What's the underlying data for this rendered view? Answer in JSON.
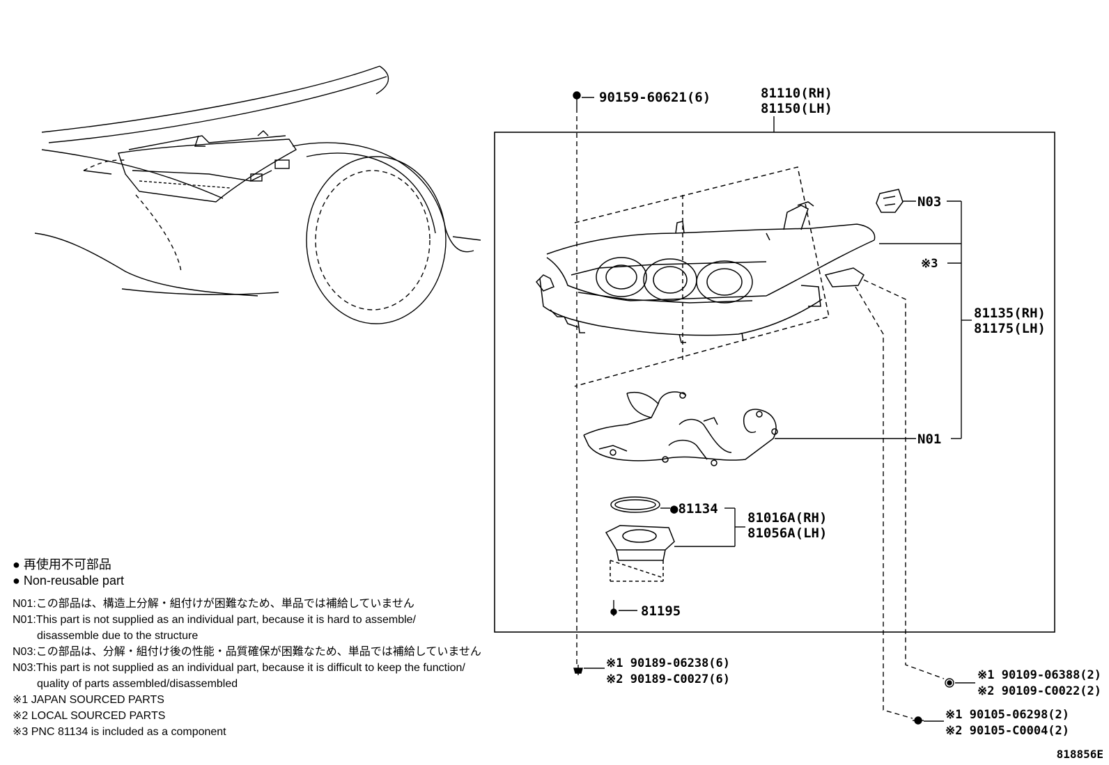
{
  "parts": {
    "bolt_top": "90159-60621(6)",
    "assy_rh": "81110(RH)",
    "assy_lh": "81150(LH)",
    "n03": "N03",
    "note3_mark": "※3",
    "unit_rh": "81135(RH)",
    "unit_lh": "81175(LH)",
    "n01": "N01",
    "ring": "●81134",
    "computer_rh": "81016A(RH)",
    "computer_lh": "81056A(LH)",
    "screw": "81195",
    "clip_jp": "※1 90189-06238(6)",
    "clip_local": "※2 90189-C0027(6)",
    "screw_a_jp": "※1 90109-06388(2)",
    "screw_a_local": "※2 90109-C0022(2)",
    "screw_b_jp": "※1 90105-06298(2)",
    "screw_b_local": "※2 90105-C0004(2)"
  },
  "legend": {
    "nonreusable_jp": "● 再使用不可部品",
    "nonreusable_en": "● Non-reusable part",
    "n01_jp": "N01:この部品は、構造上分解・組付けが困難なため、単品では補給していません",
    "n01_en_1": "N01:This part is not supplied as an individual part, because it is hard to assemble/",
    "n01_en_2": "disassemble due to the structure",
    "n03_jp": "N03:この部品は、分解・組付け後の性能・品質確保が困難なため、単品では補給していません",
    "n03_en_1": "N03:This part is not supplied as an individual part, because it is difficult to keep the function/",
    "n03_en_2": "quality of parts assembled/disassembled",
    "note1": "※1 JAPAN SOURCED PARTS",
    "note2": "※2 LOCAL SOURCED PARTS",
    "note3": "※3 PNC 81134 is included as a component"
  },
  "drawing_id": "818856E"
}
